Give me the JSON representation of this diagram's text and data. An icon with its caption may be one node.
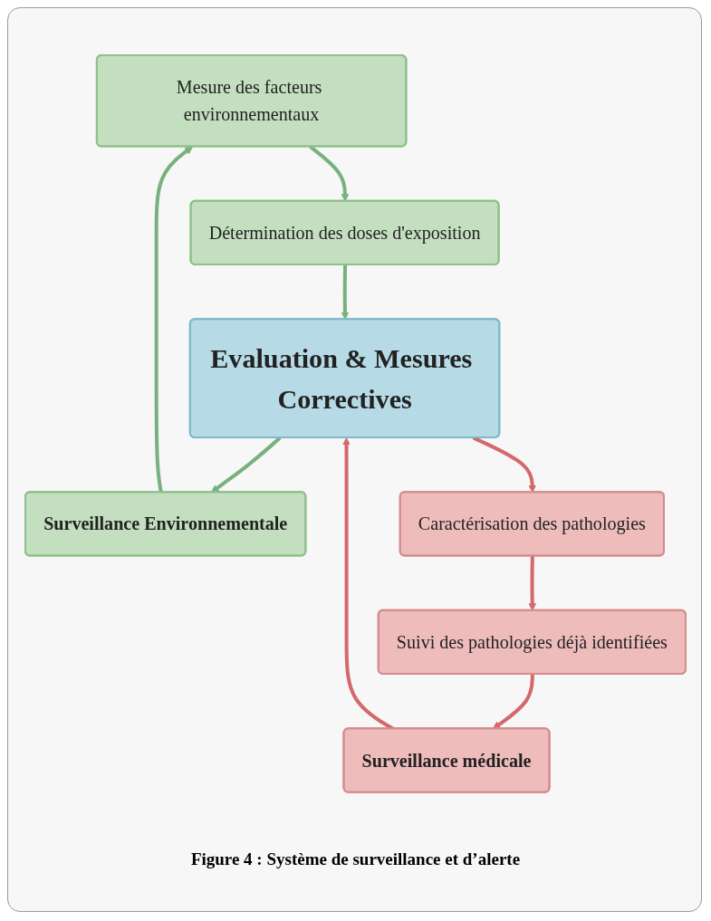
{
  "diagram": {
    "caption": "Figure 4 : Système de surveillance et d’alerte",
    "nodes": [
      {
        "text": [
          "Mesure des facteurs environnementaux"
        ]
      },
      {
        "text": [
          "Surveillance Environnementale"
        ]
      },
      {
        "text": [
          "Détermination des doses d'exposition"
        ]
      },
      {
        "text": [
          "Evaluation & Mesures Correctives"
        ]
      },
      {
        "text": [
          "Surveillance médicale"
        ]
      },
      {
        "text": [
          "Caractérisation des pathologies"
        ]
      },
      {
        "text": [
          "Suivi des pathologies déjà identifiées"
        ]
      }
    ],
    "edges": [
      {
        "from": 1,
        "to": 0,
        "arrow": "to",
        "color": "#77b27e"
      },
      {
        "from": 0,
        "to": 2,
        "arrow": "to",
        "color": "#77b27e"
      },
      {
        "from": 2,
        "to": 3,
        "arrow": "to",
        "color": "#77b27e"
      },
      {
        "from": 3,
        "to": 1,
        "arrow": "to",
        "color": "#77b27e"
      },
      {
        "from": 4,
        "to": 3,
        "arrow": "to",
        "color": "#d4686c"
      },
      {
        "from": 3,
        "to": 5,
        "arrow": "to",
        "color": "#d4686c"
      },
      {
        "from": 5,
        "to": 6,
        "arrow": "to",
        "color": "#d4686c"
      },
      {
        "from": 6,
        "to": 4,
        "arrow": "to",
        "color": "#d4686c"
      }
    ]
  }
}
